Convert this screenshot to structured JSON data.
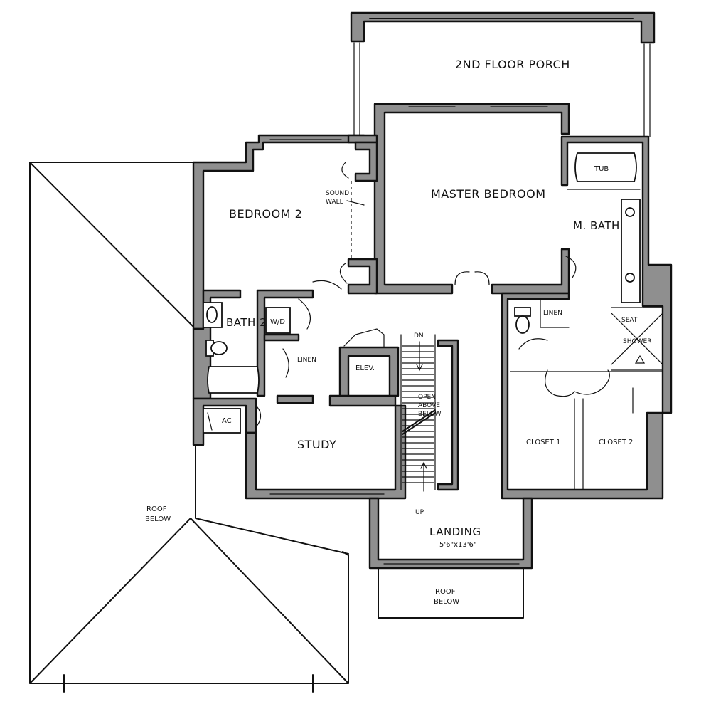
{
  "labels": {
    "porch": "2ND FLOOR PORCH",
    "master_bedroom": "MASTER BEDROOM",
    "bedroom2": "BEDROOM 2",
    "bath2": "BATH 2",
    "wd": "W/D",
    "linen_left": "LINEN",
    "elevator": "ELEV.",
    "open_above_line1": "OPEN",
    "open_above_line2": "ABOVE",
    "open_above_line3": "BELOW",
    "dn": "DN",
    "up": "UP",
    "study": "STUDY",
    "ac": "AC",
    "tub": "TUB",
    "mbath": "M. BATH",
    "linen_right": "LINEN",
    "seat": "SEAT",
    "shower": "SHOWER",
    "closet1": "CLOSET 1",
    "closet2": "CLOSET 2",
    "sound_wall_line1": "SOUND",
    "sound_wall_line2": "WALL",
    "roof_below_left_1": "ROOF",
    "roof_below_left_2": "BELOW",
    "roof_below_bottom_1": "ROOF",
    "roof_below_bottom_2": "BELOW",
    "landing": "LANDING",
    "landing_dims": "5'6\"x13'6\""
  }
}
